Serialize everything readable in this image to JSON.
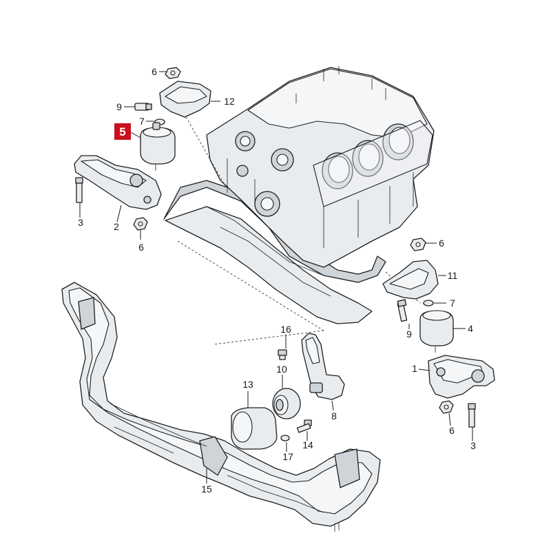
{
  "highlight": {
    "label": "5",
    "color": "#c8101e"
  },
  "callouts": [
    {
      "id": "c6a",
      "text": "6"
    },
    {
      "id": "c9a",
      "text": "9"
    },
    {
      "id": "c12",
      "text": "12"
    },
    {
      "id": "c7a",
      "text": "7"
    },
    {
      "id": "c3a",
      "text": "3"
    },
    {
      "id": "c2",
      "text": "2"
    },
    {
      "id": "c6b",
      "text": "6"
    },
    {
      "id": "c6c",
      "text": "6"
    },
    {
      "id": "c11",
      "text": "11"
    },
    {
      "id": "c7b",
      "text": "7"
    },
    {
      "id": "c4",
      "text": "4"
    },
    {
      "id": "c9b",
      "text": "9"
    },
    {
      "id": "c16",
      "text": "16"
    },
    {
      "id": "c10",
      "text": "10"
    },
    {
      "id": "c1",
      "text": "1"
    },
    {
      "id": "c13",
      "text": "13"
    },
    {
      "id": "c8",
      "text": "8"
    },
    {
      "id": "c14",
      "text": "14"
    },
    {
      "id": "c17",
      "text": "17"
    },
    {
      "id": "c6d",
      "text": "6"
    },
    {
      "id": "c3b",
      "text": "3"
    },
    {
      "id": "c15",
      "text": "15"
    }
  ]
}
